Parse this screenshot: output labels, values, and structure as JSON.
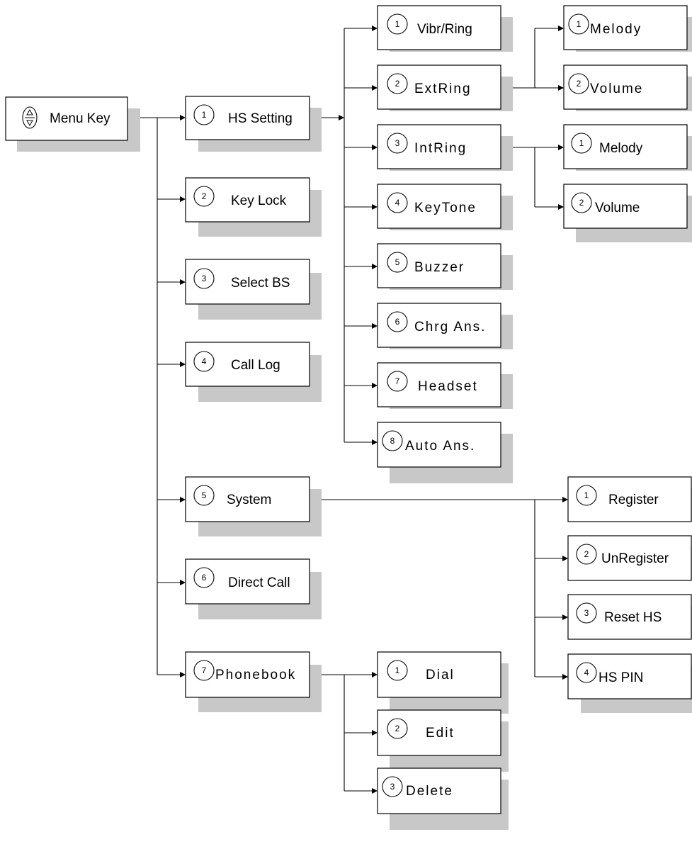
{
  "menu_tree": {
    "root": {
      "label": "Menu Key",
      "icon": "up-down-arrow-icon"
    },
    "main_items": [
      {
        "num": "1",
        "label": "HS Setting"
      },
      {
        "num": "2",
        "label": "Key Lock"
      },
      {
        "num": "3",
        "label": "Select BS"
      },
      {
        "num": "4",
        "label": "Call Log"
      },
      {
        "num": "5",
        "label": "System"
      },
      {
        "num": "6",
        "label": "Direct Call"
      },
      {
        "num": "7",
        "label": "Phonebook"
      }
    ],
    "hs_setting": [
      {
        "num": "1",
        "label": "Vibr/Ring"
      },
      {
        "num": "2",
        "label": "ExtRing"
      },
      {
        "num": "3",
        "label": "IntRing"
      },
      {
        "num": "4",
        "label": "KeyTone"
      },
      {
        "num": "5",
        "label": "Buzzer"
      },
      {
        "num": "6",
        "label": "Chrg Ans."
      },
      {
        "num": "7",
        "label": "Headset"
      },
      {
        "num": "8",
        "label": "Auto Ans."
      }
    ],
    "ext_ring": [
      {
        "num": "1",
        "label": "Melody"
      },
      {
        "num": "2",
        "label": "Volume"
      }
    ],
    "int_ring": [
      {
        "num": "1",
        "label": "Melody"
      },
      {
        "num": "2",
        "label": "Volume"
      }
    ],
    "system": [
      {
        "num": "1",
        "label": "Register"
      },
      {
        "num": "2",
        "label": "UnRegister"
      },
      {
        "num": "3",
        "label": "Reset HS"
      },
      {
        "num": "4",
        "label": "HS PIN"
      }
    ],
    "phonebook": [
      {
        "num": "1",
        "label": "Dial"
      },
      {
        "num": "2",
        "label": "Edit"
      },
      {
        "num": "3",
        "label": "Delete"
      }
    ]
  },
  "colors": {
    "line": "#000000",
    "shadow": "#c8c8c8",
    "box": "#ffffff"
  }
}
